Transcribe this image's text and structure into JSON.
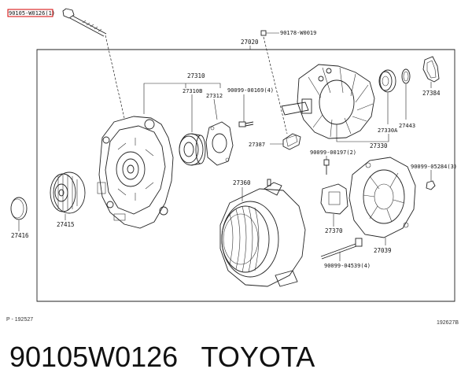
{
  "labels": {
    "bolt_top": "90105-W0126(1)",
    "p90178": "90178-W0019",
    "p27020": "27020",
    "p27310": "27310",
    "p27310B": "27310B",
    "p27312": "27312",
    "p90099_169": "90099-00169(4)",
    "p27384": "27384",
    "p27443": "27443",
    "p27330A": "27330A",
    "p27330": "27330",
    "p27387": "27387",
    "p90099_197": "90099-00197(2)",
    "p90099_5284": "90099-05284(3)",
    "p27360": "27360",
    "p27370": "27370",
    "p27039": "27039",
    "p90099_4539": "90099-04539(4)",
    "p27416": "27416",
    "p27415": "27415"
  },
  "footer": {
    "left_code": "P - 192527",
    "right_code": "192627B"
  },
  "caption": {
    "text": "90105W0126   TOYOTA"
  }
}
